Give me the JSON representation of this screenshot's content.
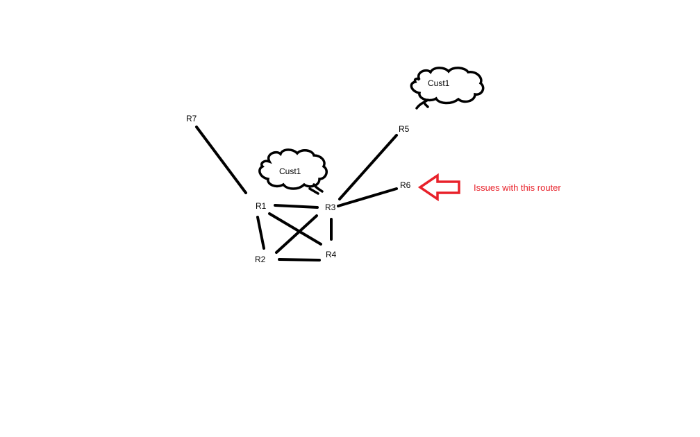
{
  "routers": {
    "r1": "R1",
    "r2": "R2",
    "r3": "R3",
    "r4": "R4",
    "r5": "R5",
    "r6": "R6",
    "r7": "R7"
  },
  "clouds": {
    "near_r3": "Cust1",
    "near_r5": "Cust1"
  },
  "annotation": {
    "text": "Issues with this router",
    "color": "#e8212a",
    "points_to": "R6"
  },
  "links": [
    [
      "R7",
      "R1"
    ],
    [
      "R1",
      "R3"
    ],
    [
      "R1",
      "R2"
    ],
    [
      "R1",
      "R4"
    ],
    [
      "R3",
      "R2"
    ],
    [
      "R3",
      "R4"
    ],
    [
      "R2",
      "R4"
    ],
    [
      "R3",
      "R5"
    ],
    [
      "R3",
      "R6"
    ]
  ],
  "colors": {
    "line": "#000000",
    "background": "#ffffff"
  }
}
